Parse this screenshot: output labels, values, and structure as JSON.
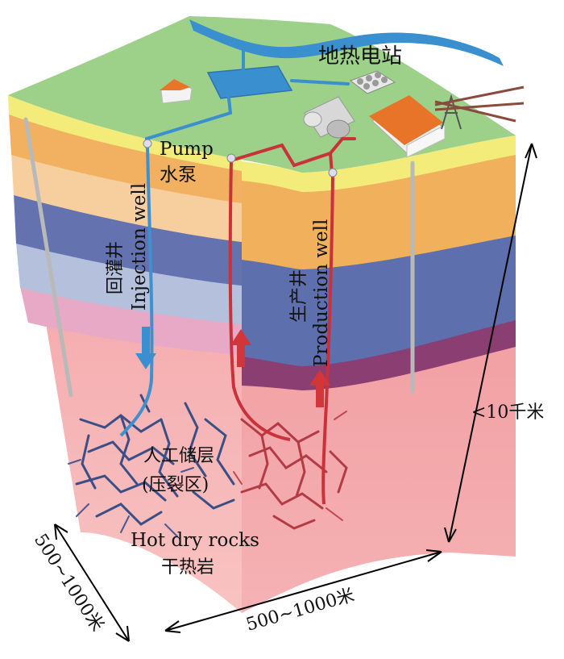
{
  "labels": {
    "power_station": "地热电站",
    "pump_en": "Pump",
    "pump_cn": "水泵",
    "injection_cn": "回灌井",
    "injection_en": "Injection well",
    "production_cn": "生产井",
    "production_en": "Production well",
    "reservoir_line1": "人工储层",
    "reservoir_line2": "(压裂区)",
    "hot_dry_en": "Hot dry rocks",
    "hot_dry_cn": "干热岩",
    "depth": "<10千米",
    "width_front": "500~1000米",
    "width_side": "500~1000米"
  },
  "colors": {
    "surface": "#9ccf86",
    "layer_yellow": "#f4ee7e",
    "layer_orange": "#f2b25e",
    "layer_peach": "#f8cf9e",
    "layer_blue": "#5e6fae",
    "layer_lightblue": "#aebbd9",
    "layer_purple": "#8c3f73",
    "layer_pink": "#d996b8",
    "rock": "#f4a1a4",
    "rock_light": "#fbcdcb",
    "water": "#3e90cf",
    "hot": "#d2353a"
  }
}
